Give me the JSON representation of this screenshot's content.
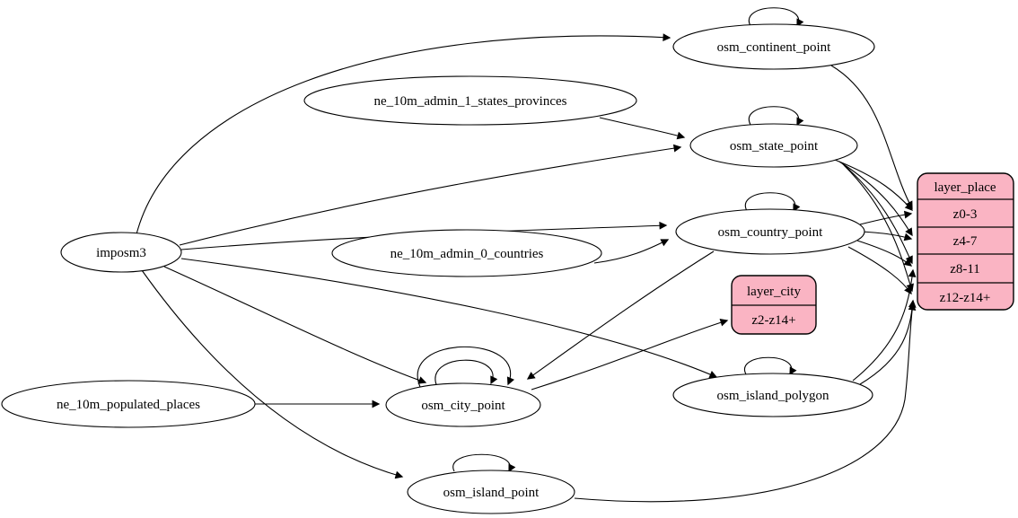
{
  "diagram": {
    "type": "etl-dependency-graph",
    "colors": {
      "background": "#ffffff",
      "edge": "#000000",
      "table_node_fill": "#ffffff",
      "record_fill": "#fab4c3"
    },
    "nodes": {
      "imposm3": {
        "label": "imposm3",
        "shape": "ellipse"
      },
      "ne_10m_admin_1_states_provinces": {
        "label": "ne_10m_admin_1_states_provinces",
        "shape": "ellipse"
      },
      "ne_10m_admin_0_countries": {
        "label": "ne_10m_admin_0_countries",
        "shape": "ellipse"
      },
      "ne_10m_populated_places": {
        "label": "ne_10m_populated_places",
        "shape": "ellipse"
      },
      "osm_continent_point": {
        "label": "osm_continent_point",
        "shape": "ellipse",
        "self_loop": true
      },
      "osm_state_point": {
        "label": "osm_state_point",
        "shape": "ellipse",
        "self_loop": true
      },
      "osm_country_point": {
        "label": "osm_country_point",
        "shape": "ellipse",
        "self_loop": true
      },
      "osm_city_point": {
        "label": "osm_city_point",
        "shape": "ellipse",
        "self_loops": 2
      },
      "osm_island_polygon": {
        "label": "osm_island_polygon",
        "shape": "ellipse",
        "self_loop": true
      },
      "osm_island_point": {
        "label": "osm_island_point",
        "shape": "ellipse",
        "self_loop": true
      }
    },
    "records": {
      "layer_city": {
        "title": "layer_city",
        "rows": [
          "z2-z14+"
        ]
      },
      "layer_place": {
        "title": "layer_place",
        "rows": [
          "z0-3",
          "z4-7",
          "z8-11",
          "z12-z14+"
        ]
      }
    },
    "edges": [
      {
        "from": "imposm3",
        "to": "osm_continent_point"
      },
      {
        "from": "imposm3",
        "to": "osm_state_point"
      },
      {
        "from": "imposm3",
        "to": "osm_country_point"
      },
      {
        "from": "imposm3",
        "to": "osm_city_point"
      },
      {
        "from": "imposm3",
        "to": "osm_island_polygon"
      },
      {
        "from": "imposm3",
        "to": "osm_island_point"
      },
      {
        "from": "ne_10m_admin_1_states_provinces",
        "to": "osm_state_point"
      },
      {
        "from": "ne_10m_admin_0_countries",
        "to": "osm_country_point"
      },
      {
        "from": "ne_10m_populated_places",
        "to": "osm_city_point"
      },
      {
        "from": "osm_country_point",
        "to": "osm_city_point"
      },
      {
        "from": "osm_continent_point",
        "to": "osm_continent_point"
      },
      {
        "from": "osm_state_point",
        "to": "osm_state_point"
      },
      {
        "from": "osm_country_point",
        "to": "osm_country_point"
      },
      {
        "from": "osm_city_point",
        "to": "osm_city_point"
      },
      {
        "from": "osm_island_polygon",
        "to": "osm_island_polygon"
      },
      {
        "from": "osm_island_point",
        "to": "osm_island_point"
      },
      {
        "from": "osm_city_point",
        "to": "layer_city:z2-z14+"
      },
      {
        "from": "osm_continent_point",
        "to": "layer_place:z0-3"
      },
      {
        "from": "osm_state_point",
        "to": "layer_place:z0-3"
      },
      {
        "from": "osm_state_point",
        "to": "layer_place:z4-7"
      },
      {
        "from": "osm_state_point",
        "to": "layer_place:z8-11"
      },
      {
        "from": "osm_state_point",
        "to": "layer_place:z12-z14+"
      },
      {
        "from": "osm_country_point",
        "to": "layer_place:z0-3"
      },
      {
        "from": "osm_country_point",
        "to": "layer_place:z4-7"
      },
      {
        "from": "osm_country_point",
        "to": "layer_place:z8-11"
      },
      {
        "from": "osm_country_point",
        "to": "layer_place:z12-z14+"
      },
      {
        "from": "osm_island_polygon",
        "to": "layer_place:z8-11"
      },
      {
        "from": "osm_island_polygon",
        "to": "layer_place:z12-z14+"
      },
      {
        "from": "osm_island_point",
        "to": "layer_place:z12-z14+"
      }
    ]
  }
}
